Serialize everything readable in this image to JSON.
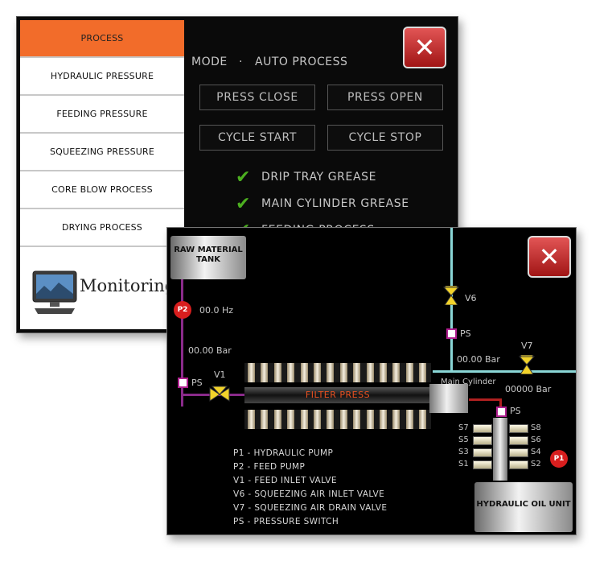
{
  "sidebar": {
    "items": [
      {
        "label": "PROCESS",
        "active": true
      },
      {
        "label": "HYDRAULIC PRESSURE",
        "active": false
      },
      {
        "label": "FEEDING PRESSURE",
        "active": false
      },
      {
        "label": "SQUEEZING PRESSURE",
        "active": false
      },
      {
        "label": "CORE BLOW PROCESS",
        "active": false
      },
      {
        "label": "DRYING PROCESS",
        "active": false
      }
    ],
    "monitoring_label": "Monitoring",
    "monitoring_icon": "computer-monitor-icon"
  },
  "process_panel": {
    "mode_label": "MODE",
    "mode_separator": "·",
    "mode_value": "AUTO PROCESS",
    "buttons": {
      "press_close": "PRESS CLOSE",
      "press_open": "PRESS OPEN",
      "cycle_start": "CYCLE START",
      "cycle_stop": "CYCLE STOP"
    },
    "checks": [
      {
        "label": "DRIP TRAY GREASE",
        "checked": true
      },
      {
        "label": "MAIN CYLINDER GREASE",
        "checked": true
      },
      {
        "label": "FEEDING PROCESS",
        "checked": true
      }
    ],
    "close_icon": "close-icon"
  },
  "diagram": {
    "raw_material_tank": "RAW MATERIAL TANK",
    "p2_label": "P2",
    "p2_frequency": "00.0 Hz",
    "feed_pressure": "00.00 Bar",
    "ps_left": "PS",
    "v1_label": "V1",
    "filter_press_label": "FILTER PRESS",
    "v6_label": "V6",
    "ps_top": "PS",
    "v7_label": "V7",
    "squeeze_pressure": "00.00 Bar",
    "main_cylinder_label": "Main Cylinder",
    "cylinder_pressure": "00000 Bar",
    "ps_right": "PS",
    "sensor_left": [
      "S7",
      "S5",
      "S3",
      "S1"
    ],
    "sensor_right": [
      "S8",
      "S6",
      "S4",
      "S2"
    ],
    "p1_label": "P1",
    "hydraulic_oil_unit": "HYDRAULIC OIL UNIT",
    "legend": [
      "P1 - HYDRAULIC PUMP",
      "P2 - FEED PUMP",
      "V1 - FEED INLET VALVE",
      "V6 - SQUEEZING AIR INLET VALVE",
      "V7 - SQUEEZING AIR DRAIN VALVE",
      "PS - PRESSURE SWITCH"
    ],
    "colors": {
      "feed_line": "#8a2a8a",
      "air_line": "#8ad6d6",
      "hydraulic_line": "#b02020",
      "filter_label": "#e85020"
    }
  }
}
